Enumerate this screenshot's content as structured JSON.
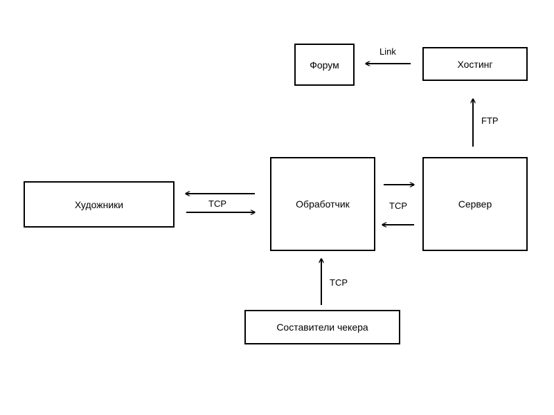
{
  "nodes": {
    "forum": "Форум",
    "hosting": "Хостинг",
    "artists": "Художники",
    "processor": "Обработчик",
    "server": "Сервер",
    "checker_makers": "Составители чекера"
  },
  "edges": {
    "hosting_to_forum": "Link",
    "server_to_hosting": "FTP",
    "artists_processor": "TCP",
    "processor_server": "TCP",
    "checker_to_processor": "TCP"
  }
}
